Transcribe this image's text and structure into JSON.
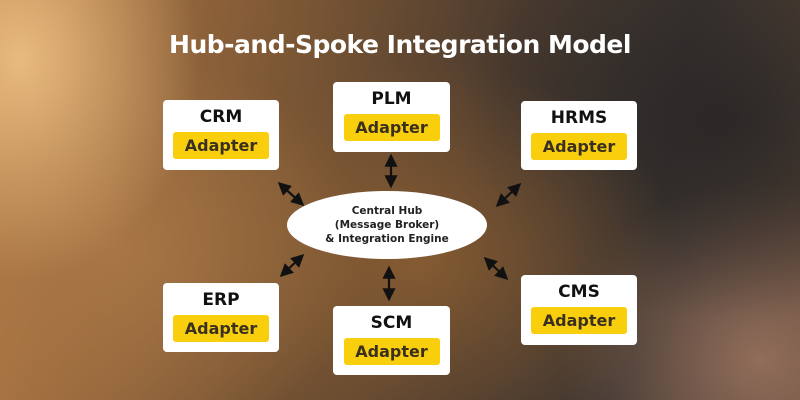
{
  "title": "Hub-and-Spoke Integration Model",
  "hub": {
    "lines": [
      "Central Hub",
      "(Message Broker)",
      "& Integration Engine"
    ],
    "fill": "#ffffff"
  },
  "nodes": [
    {
      "name": "CRM",
      "adapter": "Adapter",
      "position": "top-left"
    },
    {
      "name": "PLM",
      "adapter": "Adapter",
      "position": "top-center"
    },
    {
      "name": "HRMS",
      "adapter": "Adapter",
      "position": "top-right"
    },
    {
      "name": "ERP",
      "adapter": "Adapter",
      "position": "bottom-left"
    },
    {
      "name": "SCM",
      "adapter": "Adapter",
      "position": "bottom-center"
    },
    {
      "name": "CMS",
      "adapter": "Adapter",
      "position": "bottom-right"
    }
  ],
  "connections": [
    {
      "from": "CRM",
      "to": "Central Hub",
      "type": "bidirectional"
    },
    {
      "from": "PLM",
      "to": "Central Hub",
      "type": "bidirectional"
    },
    {
      "from": "HRMS",
      "to": "Central Hub",
      "type": "bidirectional"
    },
    {
      "from": "ERP",
      "to": "Central Hub",
      "type": "bidirectional"
    },
    {
      "from": "SCM",
      "to": "Central Hub",
      "type": "bidirectional"
    },
    {
      "from": "CMS",
      "to": "Central Hub",
      "type": "bidirectional"
    }
  ],
  "colors": {
    "adapter_fill": "#f9cf0d",
    "box_fill": "#ffffff",
    "title_text": "#ffffff",
    "arrow": "#111111"
  }
}
